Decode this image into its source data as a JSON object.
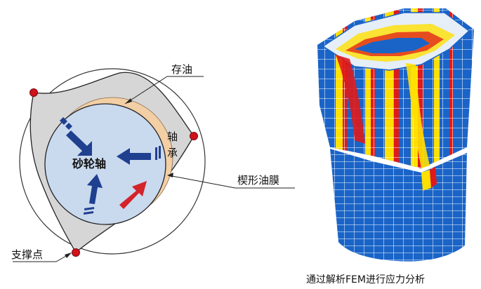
{
  "diagram": {
    "labels": {
      "oil_reservoir": "存油",
      "bearing_char1": "轴",
      "bearing_char2": "承",
      "grinding_shaft": "砂轮轴",
      "wedge_oil_film": "楔形油膜",
      "support_point": "支撑点"
    },
    "caption": "通过解析FEM进行应力分析",
    "colors": {
      "bearing_fill": "#d6d6d6",
      "shaft_fill": "#c9d9ee",
      "oil_film": "#f3cfa5",
      "arrow_blue": "#1f3f8f",
      "arrow_red": "#d4232a",
      "support_dot": "#d0121b",
      "mesh_blue": "#1a64c8",
      "mesh_yellow": "#ffe000",
      "mesh_red": "#e01919"
    }
  }
}
